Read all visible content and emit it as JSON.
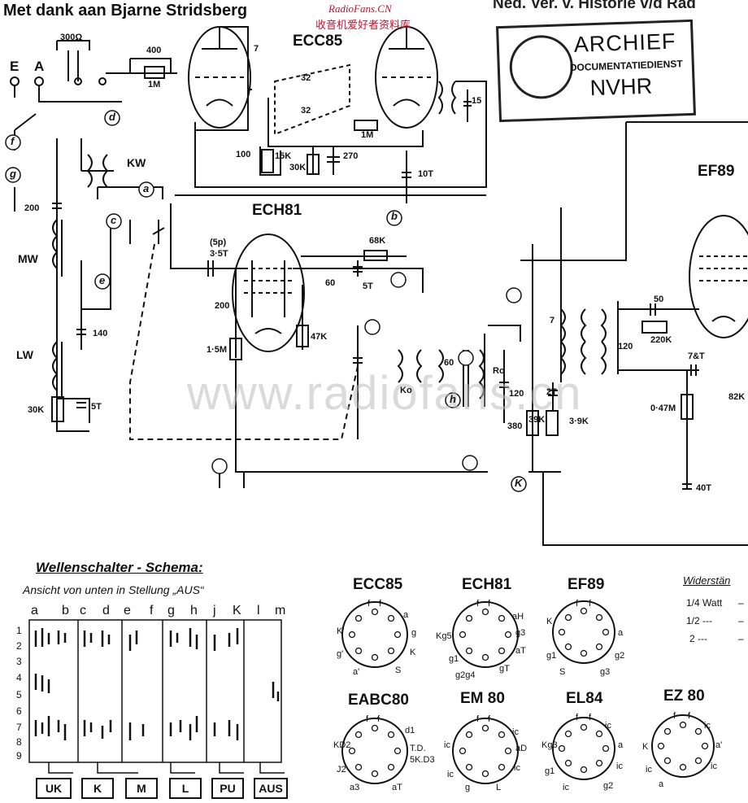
{
  "header": {
    "credit": "Met dank aan Bjarne Stridsberg",
    "right_title": "Ned. Ver. v. Historie v/d Rad",
    "watermark_red_1": "RadioFans.CN",
    "watermark_red_2": "收音机爱好者资料库",
    "watermark_grey": "www.radiofans.cn"
  },
  "stamp": {
    "line1": "ARCHIEF",
    "line2": "DOCUMENTATIEDIENST",
    "line3": "NVHR"
  },
  "tubes": [
    "ECC85",
    "ECH81",
    "EF89"
  ],
  "terminals": [
    "E",
    "A"
  ],
  "bands": [
    "KW",
    "MW",
    "LW"
  ],
  "component_labels": [
    "300Ω",
    "400",
    "1M",
    "7",
    "100",
    "15K",
    "30K",
    "270",
    "10T",
    "15",
    "200",
    "140",
    "30K",
    "5T",
    "3·5T",
    "(5p)",
    "200",
    "1·5M",
    "68K",
    "60",
    "5T",
    "47K",
    "60",
    "Ko",
    "Ro",
    "120",
    "380",
    "39K",
    "3·9K",
    "2T",
    "7",
    "120",
    "50",
    "220K",
    "7&T",
    "0·47M",
    "82K",
    "40T",
    "32",
    "32",
    "1M"
  ],
  "switch_letters": [
    "a",
    "b",
    "c",
    "d",
    "e",
    "f",
    "g",
    "h",
    "K"
  ],
  "switch_schema": {
    "title": "Wellenschalter - Schema:",
    "subtitle": "Ansicht von unten in Stellung „AUS“",
    "columns": [
      "a",
      "b",
      "c",
      "d",
      "e",
      "f",
      "g",
      "h",
      "j",
      "K",
      "l",
      "m"
    ],
    "rows": [
      "1",
      "2",
      "3",
      "4",
      "5",
      "6",
      "7",
      "8",
      "9"
    ],
    "positions": [
      "UK",
      "K",
      "M",
      "L",
      "PU",
      "AUS"
    ]
  },
  "pinouts": [
    {
      "name": "ECC85",
      "pins": [
        "f",
        "f",
        "a",
        "g",
        "K",
        "S",
        "a'",
        "g'",
        "K'"
      ]
    },
    {
      "name": "ECH81",
      "pins": [
        "f",
        "f",
        "aH",
        "g3",
        "aT",
        "gT",
        "g2g4",
        "g1",
        "Kg5"
      ]
    },
    {
      "name": "EF89",
      "pins": [
        "f",
        "f",
        "a",
        "g2",
        "g3",
        "S",
        "g1",
        "K"
      ]
    },
    {
      "name": "EABC80",
      "pins": [
        "f",
        "f",
        "d1",
        "T.D.",
        "5K.D3",
        "aT",
        "a3",
        "J2",
        "KD2"
      ]
    },
    {
      "name": "EM 80",
      "pins": [
        "f",
        "f",
        "ic",
        "aD",
        "ic",
        "L",
        "g",
        "ic",
        "ic"
      ]
    },
    {
      "name": "EL84",
      "pins": [
        "f",
        "f",
        "ic",
        "a",
        "ic",
        "g2",
        "ic",
        "g1",
        "Kg3"
      ]
    },
    {
      "name": "EZ 80",
      "pins": [
        "f",
        "f",
        "ic",
        "a'",
        "ic",
        "a",
        "ic",
        "K"
      ]
    }
  ],
  "widerstand": {
    "title": "Widerstän",
    "rows": [
      {
        "label": "1/4 Watt",
        "mark": "–"
      },
      {
        "label": "1/2  ---",
        "mark": "–"
      },
      {
        "label": "2   ---",
        "mark": "–"
      }
    ]
  },
  "colors": {
    "ink": "#111111",
    "watermark_red": "#c8102e",
    "watermark_grey": "#bdbdbd"
  }
}
